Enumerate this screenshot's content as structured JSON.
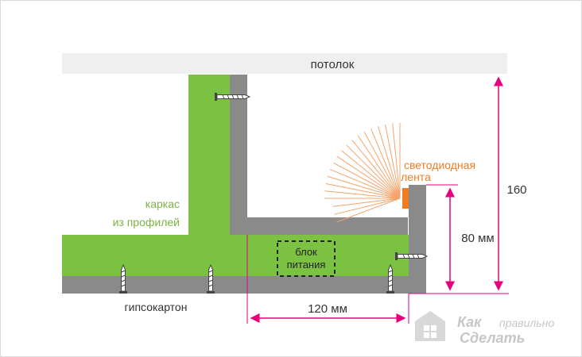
{
  "labels": {
    "ceiling": "потолок",
    "led_strip_line1": "светодиодная",
    "led_strip_line2": "лента",
    "frame_line1": "каркас",
    "frame_line2": "из профилей",
    "power_unit_line1": "блок",
    "power_unit_line2": "питания",
    "drywall": "гипсокартон"
  },
  "dimensions": {
    "total_height": "160",
    "ledge_height": "80 мм",
    "ledge_width": "120 мм"
  },
  "watermark": {
    "line1": "Как",
    "line1b": "правильно",
    "line2": "Сделать"
  },
  "colors": {
    "green": "#7cc242",
    "gray": "#8a8a8a",
    "light_gray": "#efefef",
    "accent": "#e6007e",
    "orange": "#f07c22",
    "frame_text": "#7cb342"
  }
}
